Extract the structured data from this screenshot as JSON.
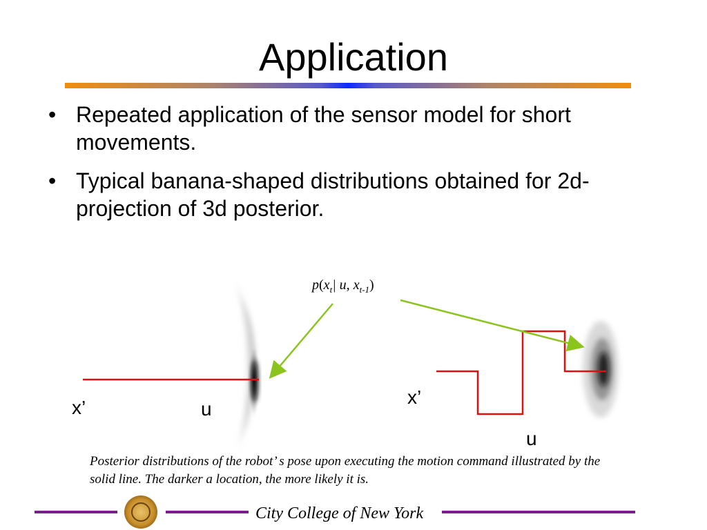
{
  "slide": {
    "title": "Application",
    "bullets": [
      "Repeated application of the sensor model for short movements.",
      "Typical banana-shaped distributions obtained for 2d-projection of 3d posterior."
    ],
    "bullet_glyph": "•"
  },
  "figure": {
    "formula": {
      "p": "p",
      "open": "(",
      "x": "x",
      "t": "t",
      "bar_u": "| u, ",
      "x2": "x",
      "tm1": "t-1",
      "close": ")"
    },
    "left_diagram": {
      "x_prime": "x’",
      "u": "u"
    },
    "right_diagram": {
      "x_prime": "x’",
      "u": "u"
    },
    "path_color": "#e01010",
    "arrow_color": "#8cc41e"
  },
  "caption": "Posterior distributions of the robot’ s pose upon executing the motion command illustrated by the solid line. The darker a location, the more likely it is.",
  "footer": {
    "institution": "City College of New York",
    "line_color": "#7a1e8a"
  }
}
